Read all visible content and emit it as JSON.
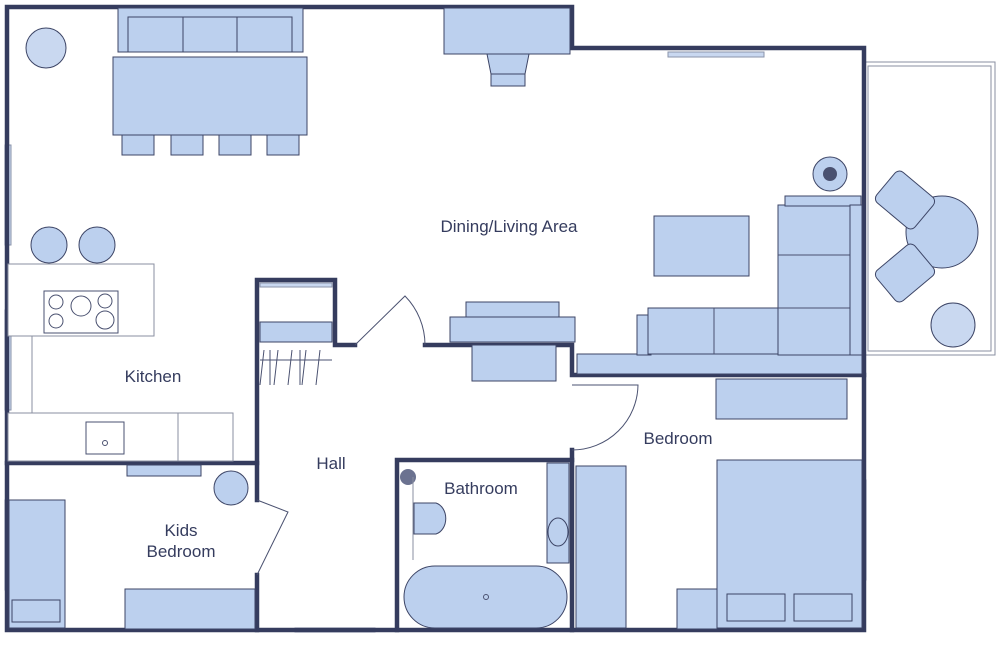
{
  "rooms": {
    "dining_living": "Dining/Living Area",
    "kitchen": "Kitchen",
    "hall": "Hall",
    "kids_bedroom_line1": "Kids",
    "kids_bedroom_line2": "Bedroom",
    "bathroom": "Bathroom",
    "bedroom": "Bedroom"
  },
  "colors": {
    "wall": "#353c5e",
    "furniture": "#bcd0ee",
    "text": "#353c5e"
  }
}
